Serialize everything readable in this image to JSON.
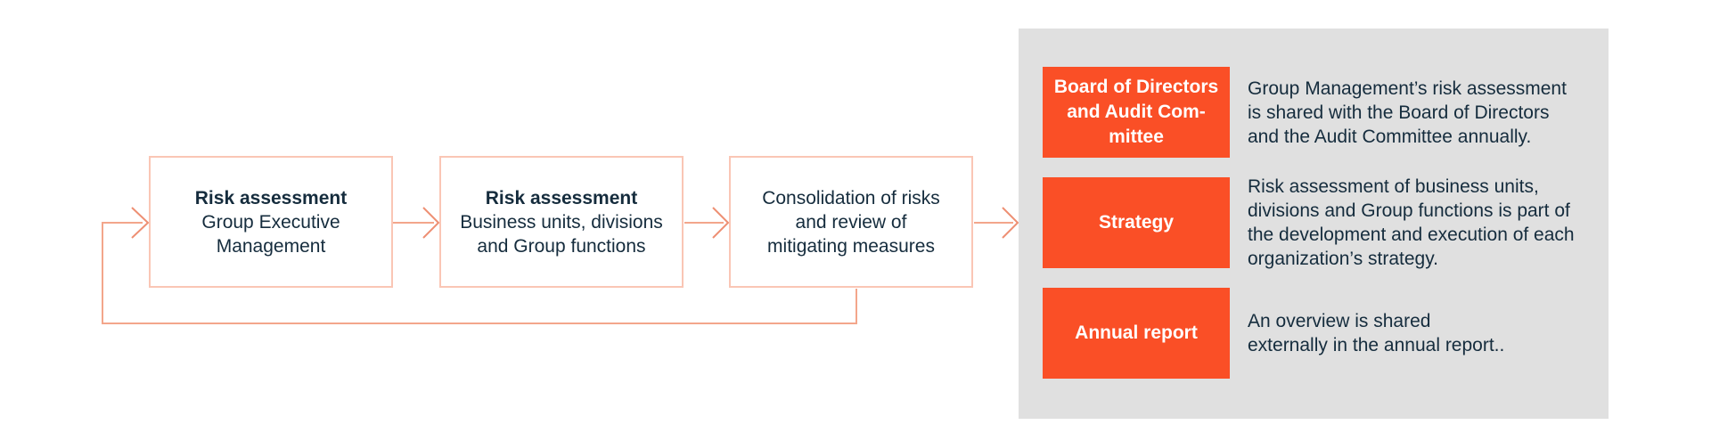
{
  "colors": {
    "accent_orange": "#FA4F26",
    "panel_gray": "#E0E0E0",
    "connector_salmon": "#F3A68B",
    "chevron_salmon": "#EE8F73",
    "box_border_salmon": "#FAC6B5",
    "text_navy": "#152C3D",
    "label_text_white": "#FFFFFF"
  },
  "flow": {
    "boxes": [
      {
        "title": "Risk assessment",
        "body": "Group Executive\nManagement"
      },
      {
        "title": "Risk assessment",
        "body": "Business units, divisions\nand Group functions"
      },
      {
        "title": "",
        "body": "Consolidation of risks\nand review of\nmitigating measures"
      }
    ]
  },
  "panel": {
    "rows": [
      {
        "label": "Board of Directors\nand Audit Com-\nmittee",
        "description": "Group Management’s risk assessment\nis shared with the Board of Directors\nand the Audit Committee annually."
      },
      {
        "label": "Strategy",
        "description": "Risk assessment of business units,\ndivisions and Group functions is part of\nthe development and execution of each\norganization’s strategy."
      },
      {
        "label": "Annual report",
        "description": "An overview is shared\nexternally in the annual report.."
      }
    ]
  }
}
